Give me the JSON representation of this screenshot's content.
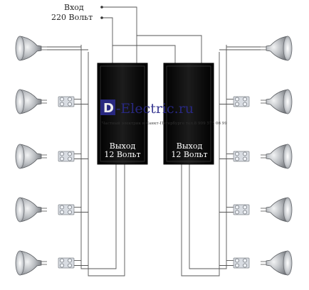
{
  "input": {
    "line1": "Вход",
    "line2": "220 Вольт"
  },
  "transformers": [
    {
      "label_line1": "Выход",
      "label_line2": "12 Вольт"
    },
    {
      "label_line1": "Выход",
      "label_line2": "12 Вольт"
    }
  ],
  "watermark": {
    "d_letter": "D",
    "rest": "-Electric.ru",
    "subtitle": "Частный электрик в Санкт-Петербурге тел.8 909 575 06 99"
  },
  "lamps": {
    "left_count": 5,
    "right_count": 5
  },
  "colors": {
    "wire": "#555555",
    "transformer": "#111111",
    "lamp_body": "#b9bcc0",
    "connector": "#d8dce2",
    "watermark_box": "#2a2a8a"
  }
}
